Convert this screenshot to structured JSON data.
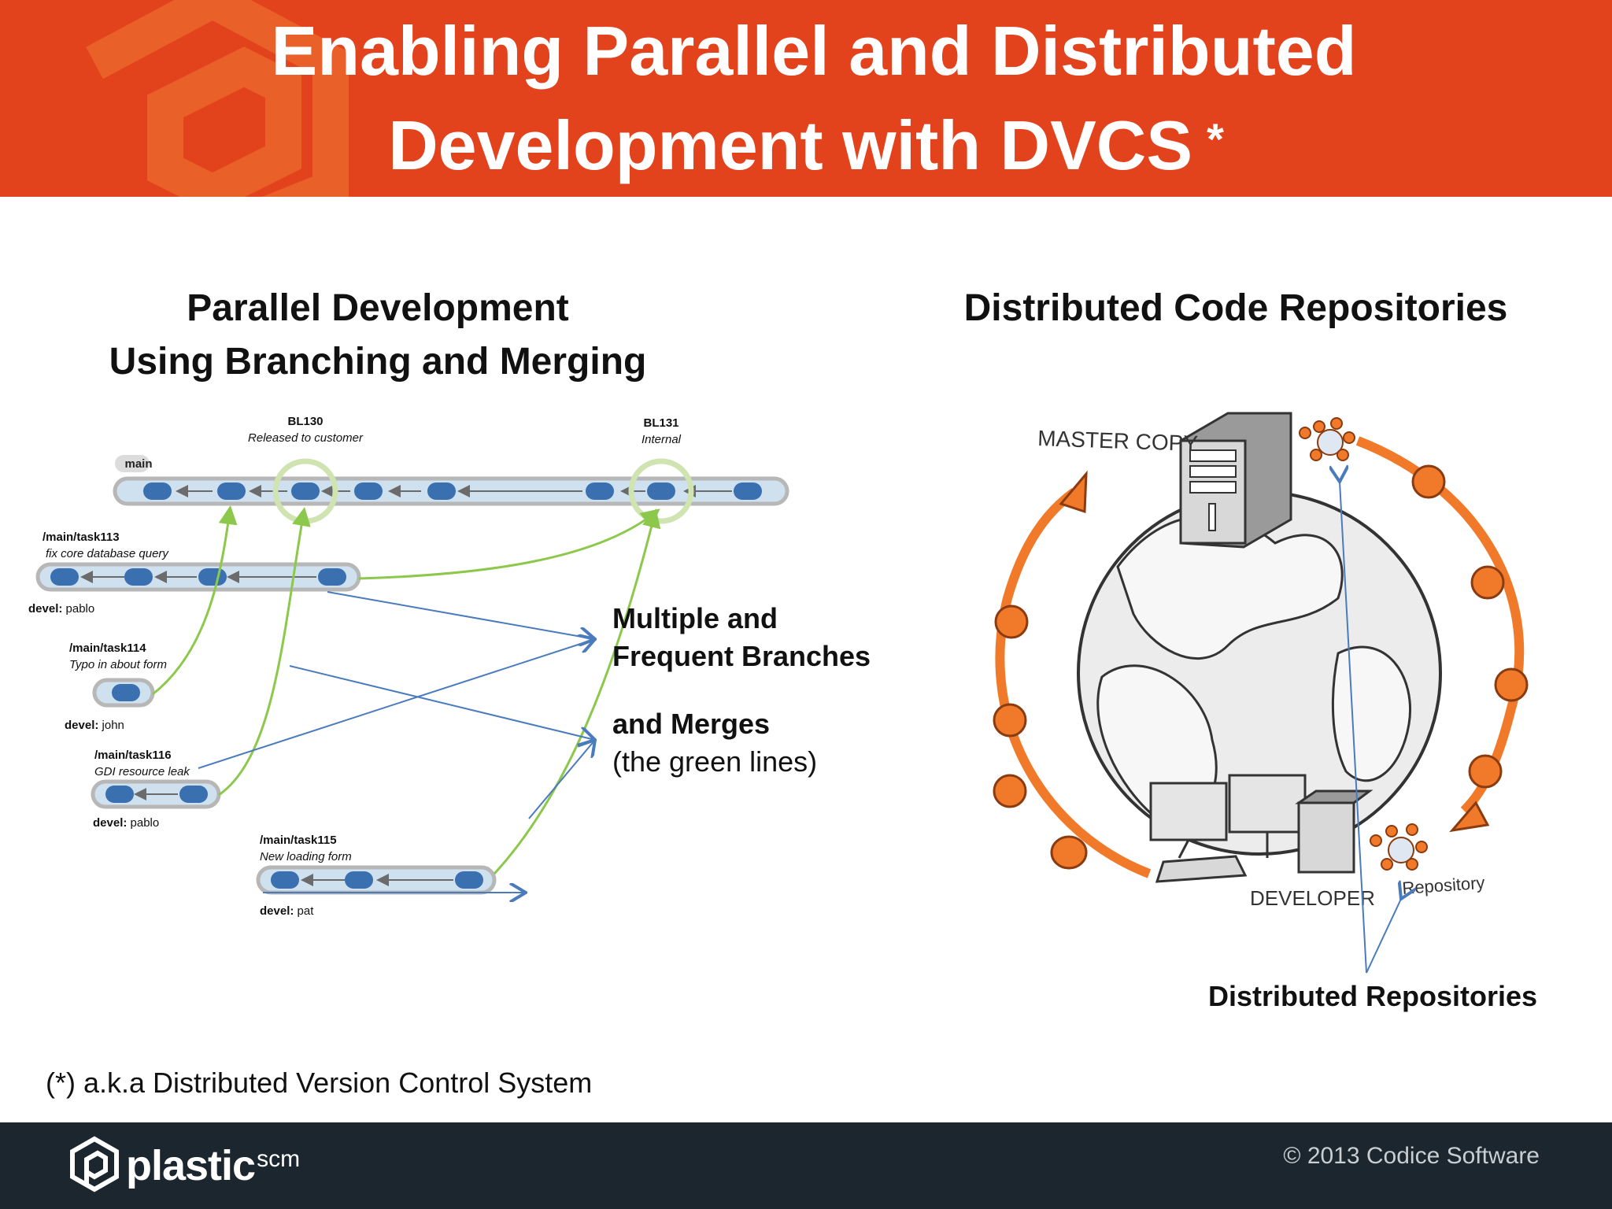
{
  "header": {
    "title_line1": "Enabling Parallel and Distributed",
    "title_line2": "Development with DVCS",
    "title_asterisk": "*"
  },
  "left": {
    "heading_line1": "Parallel Development",
    "heading_line2": "Using Branching and Merging",
    "baselines": [
      {
        "name": "BL130",
        "desc": "Released to customer"
      },
      {
        "name": "BL131",
        "desc": "Internal"
      }
    ],
    "main_label": "main",
    "branches": [
      {
        "path": "/main/task113",
        "desc": "fix core database query",
        "devel_key": "devel:",
        "devel_name": "pablo"
      },
      {
        "path": "/main/task114",
        "desc": "Typo in about form",
        "devel_key": "devel:",
        "devel_name": "john"
      },
      {
        "path": "/main/task116",
        "desc": "GDI resource leak",
        "devel_key": "devel:",
        "devel_name": "pablo"
      },
      {
        "path": "/main/task115",
        "desc": "New loading form",
        "devel_key": "devel:",
        "devel_name": "pat"
      }
    ],
    "callout_bold1": "Multiple and",
    "callout_bold2": "Frequent Branches",
    "callout_bold3": "and Merges",
    "callout_normal": "(the green lines)"
  },
  "right": {
    "heading": "Distributed Code Repositories",
    "master_copy": "MASTER COPY",
    "developer": "DEVELOPER",
    "repository": "Repository",
    "distributed_label": "Distributed Repositories"
  },
  "footnote": "(*) a.k.a Distributed Version Control System",
  "footer": {
    "brand_name": "plastic",
    "brand_suffix": "scm",
    "copyright": "© 2013 Codice Software"
  },
  "colors": {
    "header_bg": "#e2431d",
    "footer_bg": "#1b262f",
    "node_blue": "#3a6fb0",
    "merge_green": "#8cc84b",
    "arrow_blue": "#4a7bbd",
    "cycle_orange": "#f07a2a"
  }
}
